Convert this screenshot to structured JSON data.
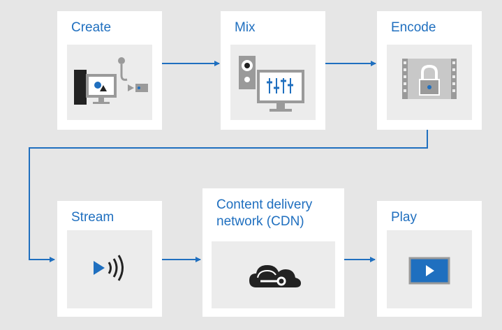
{
  "colors": {
    "background": "#e6e6e6",
    "card": "#ffffff",
    "icon_panel": "#ececec",
    "accent": "#1f6fbf",
    "icon_dark": "#222222",
    "icon_gray": "#9a9a9a"
  },
  "steps": [
    {
      "label": "Create",
      "icon": "computer-microphone-camera-icon"
    },
    {
      "label": "Mix",
      "icon": "speaker-mixer-icon"
    },
    {
      "label": "Encode",
      "icon": "encrypted-video-icon"
    },
    {
      "label": "Stream",
      "icon": "streaming-icon"
    },
    {
      "label": "Content delivery\nnetwork (CDN)",
      "icon": "cdn-cloud-icon"
    },
    {
      "label": "Play",
      "icon": "play-icon"
    }
  ],
  "connectors": [
    {
      "from": "Create",
      "to": "Mix"
    },
    {
      "from": "Mix",
      "to": "Encode"
    },
    {
      "from": "Encode",
      "to": "Stream"
    },
    {
      "from": "Stream",
      "to": "Content delivery\nnetwork (CDN)"
    },
    {
      "from": "Content delivery\nnetwork (CDN)",
      "to": "Play"
    }
  ]
}
